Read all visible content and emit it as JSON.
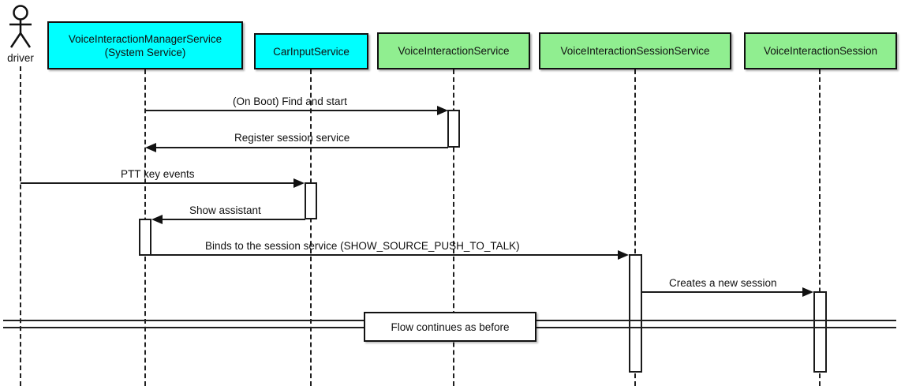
{
  "participants": [
    {
      "id": "driver",
      "type": "actor",
      "label": "driver"
    },
    {
      "id": "voice-interaction-manager-service",
      "type": "box",
      "label_line1": "VoiceInteractionManagerService",
      "label_line2": "(System Service)",
      "fill": "#00FFFF"
    },
    {
      "id": "car-input-service",
      "type": "box",
      "label": "CarInputService",
      "fill": "#00FFFF"
    },
    {
      "id": "voice-interaction-service",
      "type": "box",
      "label": "VoiceInteractionService",
      "fill": "#90EE90"
    },
    {
      "id": "voice-interaction-session-service",
      "type": "box",
      "label": "VoiceInteractionSessionService",
      "fill": "#90EE90"
    },
    {
      "id": "voice-interaction-session",
      "type": "box",
      "label": "VoiceInteractionSession",
      "fill": "#90EE90"
    }
  ],
  "messages": [
    {
      "label": "(On Boot) Find and start",
      "from": "VoiceInteractionManagerService",
      "to": "VoiceInteractionService",
      "direction": "right"
    },
    {
      "label": "Register session service",
      "from": "VoiceInteractionService",
      "to": "VoiceInteractionManagerService",
      "direction": "left"
    },
    {
      "label": "PTT key events",
      "from": "driver",
      "to": "CarInputService",
      "direction": "right"
    },
    {
      "label": "Show assistant",
      "from": "CarInputService",
      "to": "VoiceInteractionManagerService",
      "direction": "left"
    },
    {
      "label": "Binds to the session service (SHOW_SOURCE_PUSH_TO_TALK)",
      "from": "VoiceInteractionManagerService",
      "to": "VoiceInteractionSessionService",
      "direction": "right"
    },
    {
      "label": "Creates a new session",
      "from": "VoiceInteractionSessionService",
      "to": "VoiceInteractionSession",
      "direction": "right"
    }
  ],
  "divider": {
    "label": "Flow continues as before"
  },
  "colors": {
    "participant_cyan": "#00FFFF",
    "participant_green": "#90EE90",
    "line": "#1a1a1a",
    "background": "#ffffff"
  }
}
